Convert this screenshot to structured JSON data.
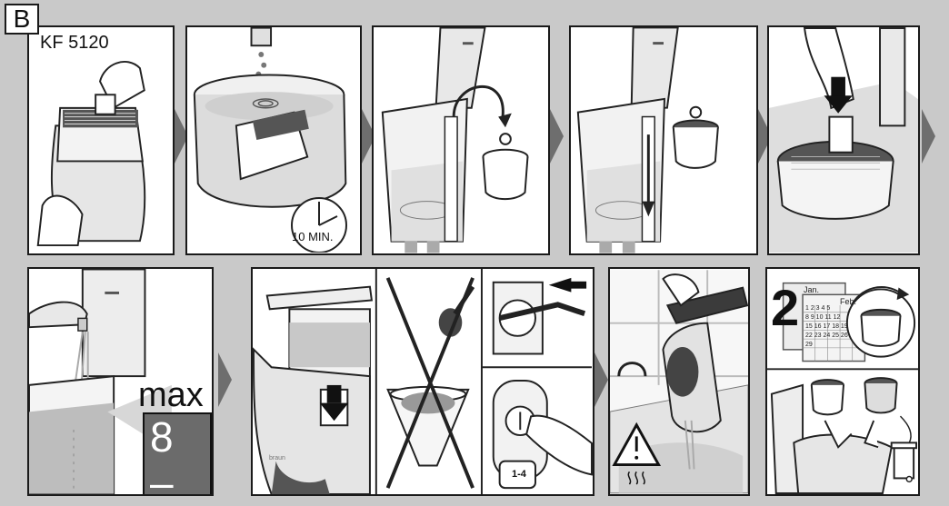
{
  "section_label": "B",
  "model_label": "KF 5120",
  "soak_time_label": "10 MIN.",
  "max_label": "max",
  "fill_level_label": "8",
  "calendar": {
    "month_1": "Jan.",
    "month_2": "Feb.",
    "interval": "2",
    "days_week_1": "1 2 3 4 5",
    "days_week_2": "8 9 10 11 12",
    "days_week_3": "15 16 17 18 19",
    "days_week_4": "22 23 24 25 26",
    "days_week_5": "29"
  },
  "switch_label": "1-4",
  "brand_label": "braun",
  "colors": {
    "background": "#c9c9c9",
    "panel": "#ffffff",
    "arrow": "#6e6e6e",
    "water": "#bdbdbd",
    "ink": "#1a1a1a"
  }
}
